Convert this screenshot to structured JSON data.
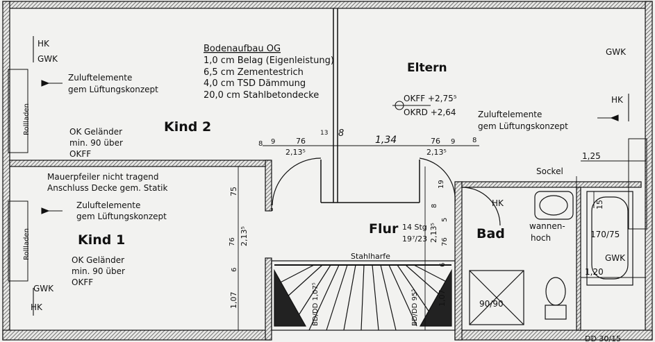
{
  "rooms": {
    "kind2": "Kind 2",
    "kind1": "Kind 1",
    "eltern": "Eltern",
    "flur": "Flur",
    "bad": "Bad"
  },
  "floor_build": {
    "title": "Bodenaufbau OG",
    "lines": [
      "1,0 cm Belag (Eigenleistung)",
      "6,5 cm Zementestrich",
      "4,0 cm TSD Dämmung",
      "20,0 cm Stahlbetondecke"
    ]
  },
  "levels": {
    "okff": "OKFF +2,75⁵",
    "okrd": "OKRD +2,64"
  },
  "notes": {
    "hk": "HK",
    "gwk": "GWK",
    "zuluft_1": "Zuluftelemente",
    "zuluft_2": "gem Lüftungskonzept",
    "rolladen": "Rollladen",
    "gelaender_1": "OK Geländer",
    "gelaender_2": "min. 90 über",
    "gelaender_3": "OKFF",
    "pfeiler_1": "Mauerpfeiler nicht tragend",
    "pfeiler_2": "Anschluss Decke gem. Statik",
    "stahlharfe": "Stahlharfe",
    "stairs_1": "14 Stg",
    "stairs_2": "19⁷/23",
    "sockel": "Sockel",
    "wanne_1": "wannen-",
    "wanne_2": "hoch",
    "tub": "170/75",
    "shower": "90/90",
    "bddd_left": "BD/DD 1,07⁵",
    "bddd_right": "BD/DD 95⁵",
    "dd": "DD 30/15"
  },
  "dims": {
    "d8": "8",
    "d9": "9",
    "d76": "76",
    "d213": "2,13⁵",
    "d13": "13",
    "hand8": "8",
    "hand134": "1,34",
    "d125": "1,25",
    "d75": "75",
    "d19": "19",
    "d5": "5",
    "d6": "6",
    "d107": "1,07",
    "d15": "15",
    "d120": "1,20"
  }
}
